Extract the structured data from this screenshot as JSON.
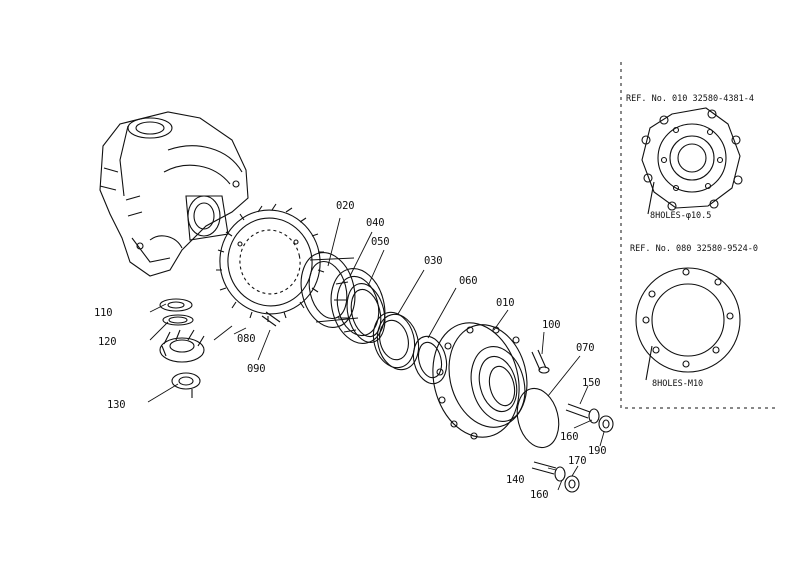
{
  "parts": {
    "p020": "020",
    "p040": "040",
    "p050": "050",
    "p030": "030",
    "p060": "060",
    "p010": "010",
    "p100": "100",
    "p070": "070",
    "p150": "150",
    "p160a": "160",
    "p190": "190",
    "p170": "170",
    "p140": "140",
    "p160b": "160",
    "p110": "110",
    "p120": "120",
    "p130": "130",
    "p080": "080",
    "p090": "090"
  },
  "insets": {
    "ref_top": "REF. No. 010  32580-4381-4",
    "holes_top": "8HOLES-φ10.5",
    "ref_bottom": "REF. No. 080  32580-9524-0",
    "holes_bottom": "8HOLES-M10"
  }
}
